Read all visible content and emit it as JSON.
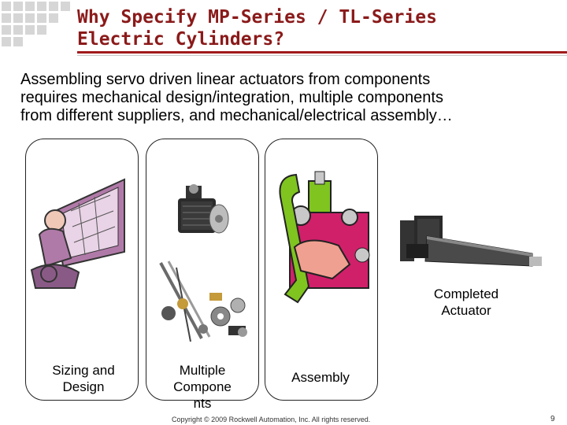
{
  "slide": {
    "title_line1": "Why Specify MP-Series / TL-Series",
    "title_line2": "Electric Cylinders?",
    "body_line1": "Assembling servo driven linear actuators from components",
    "body_line2": "requires mechanical design/integration, multiple components",
    "body_line3": "from different suppliers, and mechanical/electrical assembly…",
    "columns": [
      {
        "label_line1": "Sizing and",
        "label_line2": "Design"
      },
      {
        "label_line1": "Multiple",
        "label_line2": "Compone",
        "label_line3": "nts"
      },
      {
        "label_line1": "Assembly"
      }
    ],
    "completed_line1": "Completed",
    "completed_line2": "Actuator",
    "footer": "Copyright © 2009 Rockwell Automation, Inc. All rights reserved.",
    "page_number": "9"
  },
  "colors": {
    "title": "#8b1a1a",
    "rule": "#a11b1b",
    "wrench_green": "#7fc41f",
    "hand_pink": "#f0a090",
    "bolt_magenta": "#d0206a",
    "clipart_purple": "#b07aa8"
  },
  "icons": [
    "designer-clipart-icon",
    "servo-motor-photo-icon",
    "components-photo-icon",
    "wrench-assembly-clipart-icon",
    "actuator-photo-icon"
  ]
}
